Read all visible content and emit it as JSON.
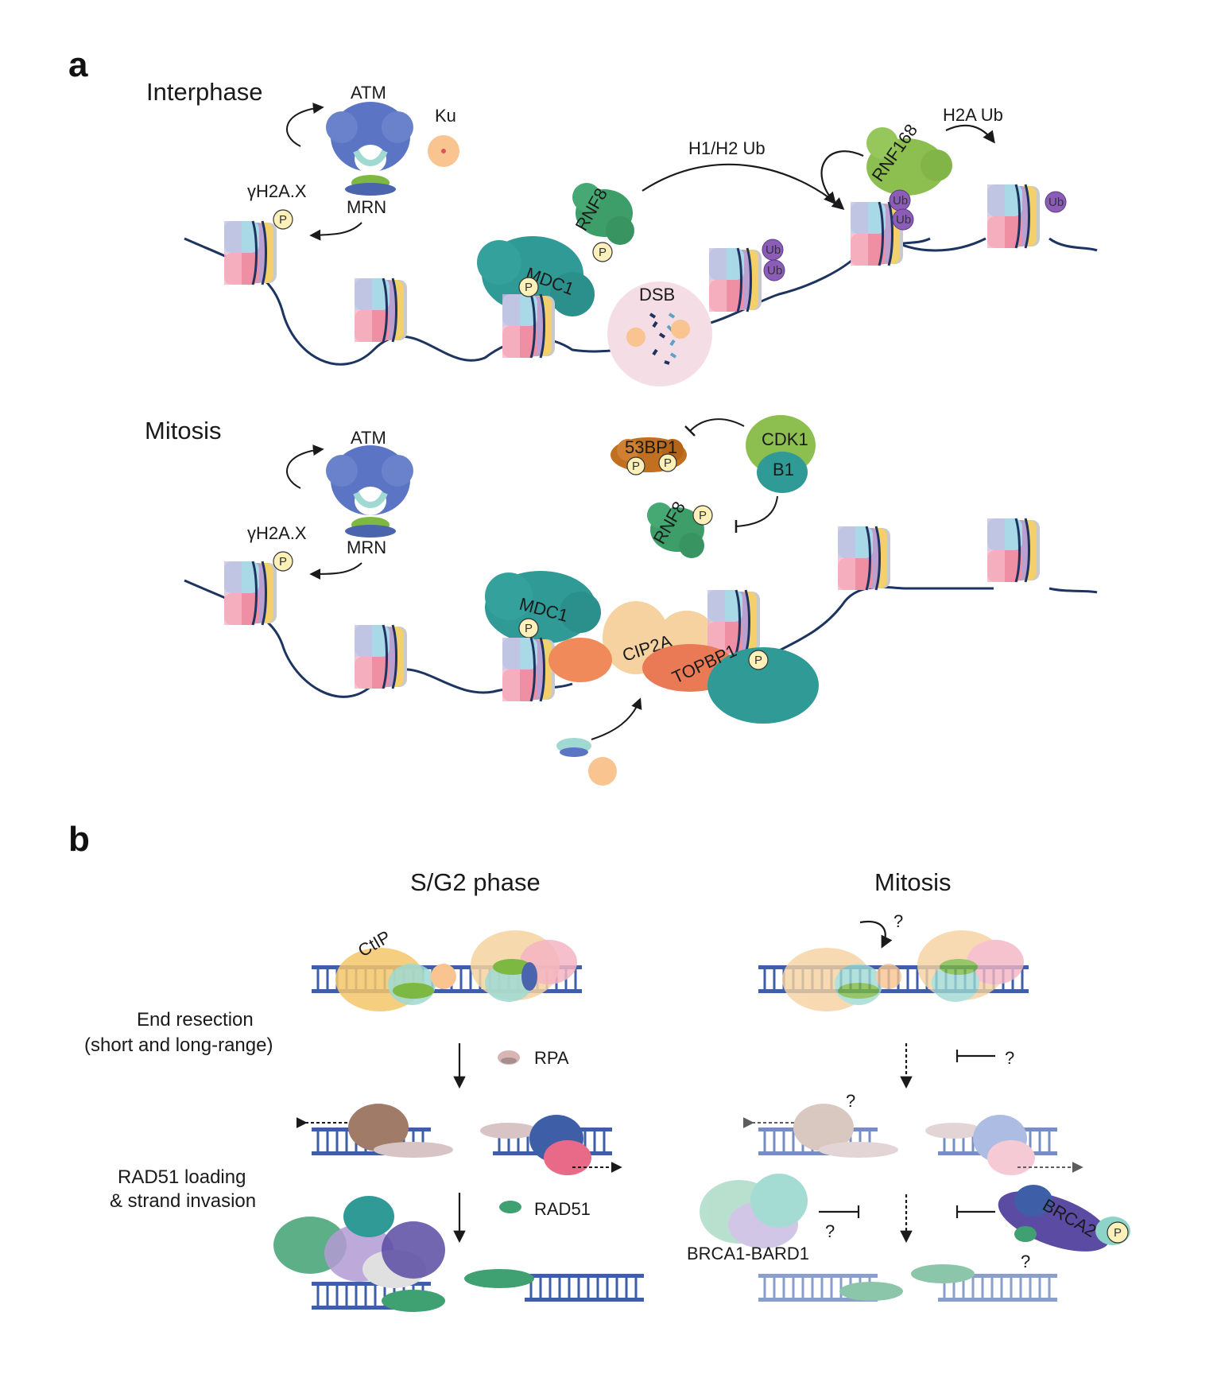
{
  "panels": {
    "a": "a",
    "b": "b"
  },
  "panel_a": {
    "interphase": {
      "title": "Interphase",
      "atm": "ATM",
      "ku": "Ku",
      "mrn": "MRN",
      "gh2ax": "γH2A.X",
      "rnf8": "RNF8",
      "mdc1": "MDC1",
      "dsb": "DSB",
      "h1h2ub": "H1/H2 Ub",
      "rnf168": "RNF168",
      "h2aub": "H2A Ub",
      "ub": "Ub",
      "p": "P"
    },
    "mitosis": {
      "title": "Mitosis",
      "atm": "ATM",
      "mrn": "MRN",
      "gh2ax": "γH2A.X",
      "bp53": "53BP1",
      "cdk1": "CDK1",
      "b1": "B1",
      "rnf8": "RNF8",
      "mdc1": "MDC1",
      "cip2a": "CIP2A",
      "topbp1": "TOPBP1",
      "p": "P"
    }
  },
  "panel_b": {
    "sg2": "S/G2 phase",
    "mitosis": "Mitosis",
    "end_resection_1": "End resection",
    "end_resection_2": "(short and long-range)",
    "ctip": "CtIP",
    "rpa": "RPA",
    "rad51": "RAD51",
    "rad51_loading_1": "RAD51 loading",
    "rad51_loading_2": "& strand invasion",
    "brca1": "BRCA1-BARD1",
    "brca2": "BRCA2",
    "q": "?",
    "p": "P"
  },
  "colors": {
    "atm": "#5b74c4",
    "mdc1": "#2f9a96",
    "rnf8": "#3e9e6a",
    "rnf168": "#8cbf4f",
    "cip2a": "#f08a5a",
    "topbp1": "#ea7a55",
    "ub": "#8c5db8",
    "p": "#fdf0b8",
    "dna": "#1d3461",
    "dsb_halo": "#f4dde4",
    "bp53": "#c0701e",
    "cdk1": "#8cbf4f",
    "b1": "#2f9a96",
    "rpa": "#d8b4b4",
    "rad51": "#3fa172",
    "brca2": "#5b4ba3"
  }
}
